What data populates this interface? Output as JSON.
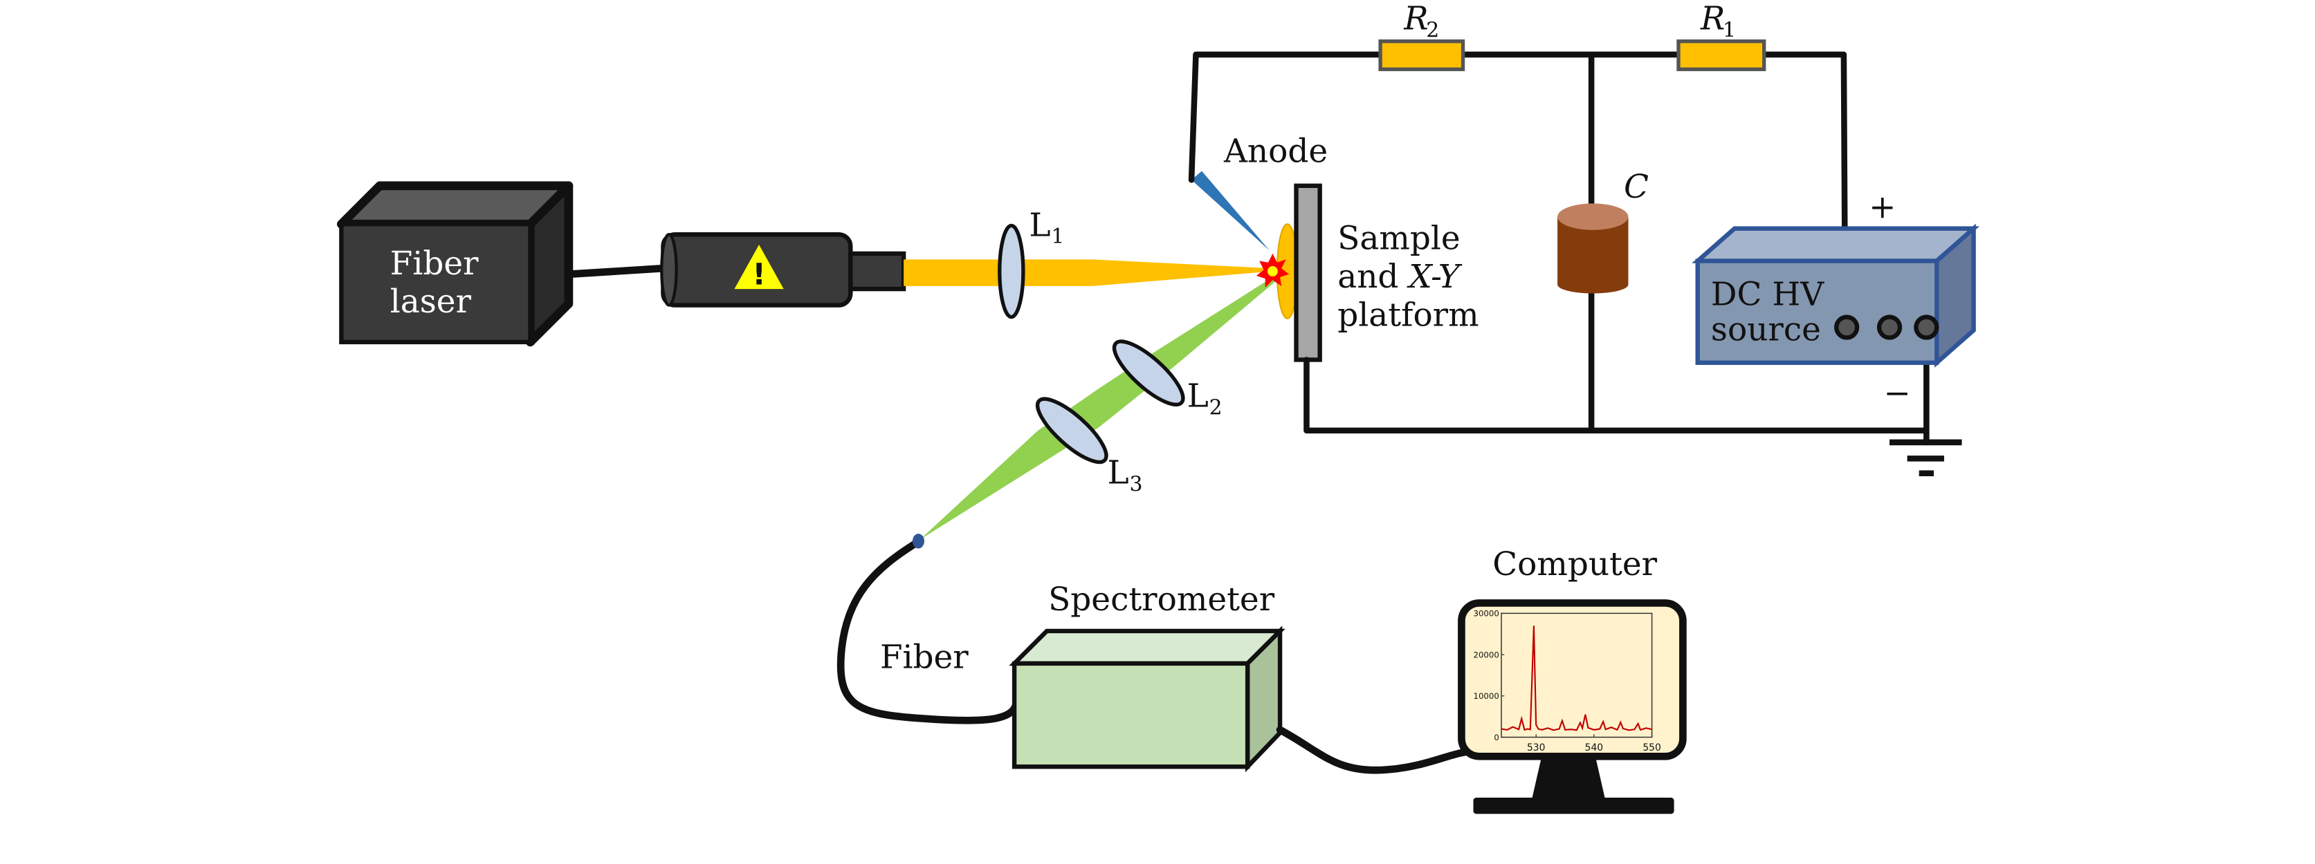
{
  "labels": {
    "fiber_laser_line1": "Fiber",
    "fiber_laser_line2": "laser",
    "lens1": "L",
    "lens1_sub": "1",
    "lens2": "L",
    "lens2_sub": "2",
    "lens3": "L",
    "lens3_sub": "3",
    "anode": "Anode",
    "sample_line1": "Sample",
    "sample_line2_and": "and ",
    "sample_line2_xy": "X-Y",
    "sample_line3": "platform",
    "resistor2": "R",
    "resistor2_sub": "2",
    "resistor1": "R",
    "resistor1_sub": "1",
    "capacitor": "C",
    "plus": "+",
    "minus": "−",
    "hv_line1": "DC HV",
    "hv_line2": "source",
    "fiber": "Fiber",
    "spectrometer": "Spectrometer",
    "computer": "Computer",
    "warning_symbol": "!"
  },
  "colors": {
    "laser_beam": "#ffc000",
    "collected_light": "#92d050",
    "resistor": "#ffc000",
    "capacitor": "#8b3a0e",
    "hv_source": "#8497b0",
    "spectrometer": "#c5e0b4",
    "screen": "#fff2cc",
    "spectrum_line": "#c00000",
    "anode": "#2e75b6",
    "lens": "#c6d4ea",
    "laser_box": "#3a3a3a"
  },
  "icons": {
    "laser_warning": "warning-triangle-icon",
    "ground": "ground-icon",
    "plasma_spark": "spark-icon"
  },
  "chart_data": {
    "type": "line",
    "title": "",
    "xlabel": "",
    "ylabel": "",
    "xlim": [
      524,
      550
    ],
    "ylim": [
      0,
      30000
    ],
    "xticks": [
      530,
      540,
      550
    ],
    "yticks": [
      0,
      10000,
      20000,
      30000
    ],
    "xtick_labels": [
      "530",
      "540",
      "550"
    ],
    "ytick_labels": [
      "0",
      "10000",
      "20000",
      "30000"
    ],
    "series": [
      {
        "x": [
          524,
          525,
          526,
          527,
          527.5,
          528,
          528.5,
          529,
          529.6,
          530,
          530.4,
          531,
          532,
          533,
          534,
          534.5,
          535,
          536,
          537,
          537.6,
          538,
          538.5,
          539,
          540,
          541,
          541.6,
          542,
          543,
          544,
          544.6,
          545,
          546,
          547,
          547.6,
          548,
          549,
          550
        ],
        "y": [
          2000,
          1800,
          2500,
          1900,
          4500,
          1800,
          2000,
          1900,
          27000,
          3000,
          2000,
          1800,
          2200,
          1700,
          2000,
          4000,
          1800,
          1900,
          1700,
          3500,
          2200,
          5500,
          2300,
          1800,
          2000,
          3800,
          1900,
          2400,
          1800,
          3600,
          2100,
          1700,
          1900,
          3300,
          1800,
          2200,
          1900
        ]
      }
    ]
  }
}
